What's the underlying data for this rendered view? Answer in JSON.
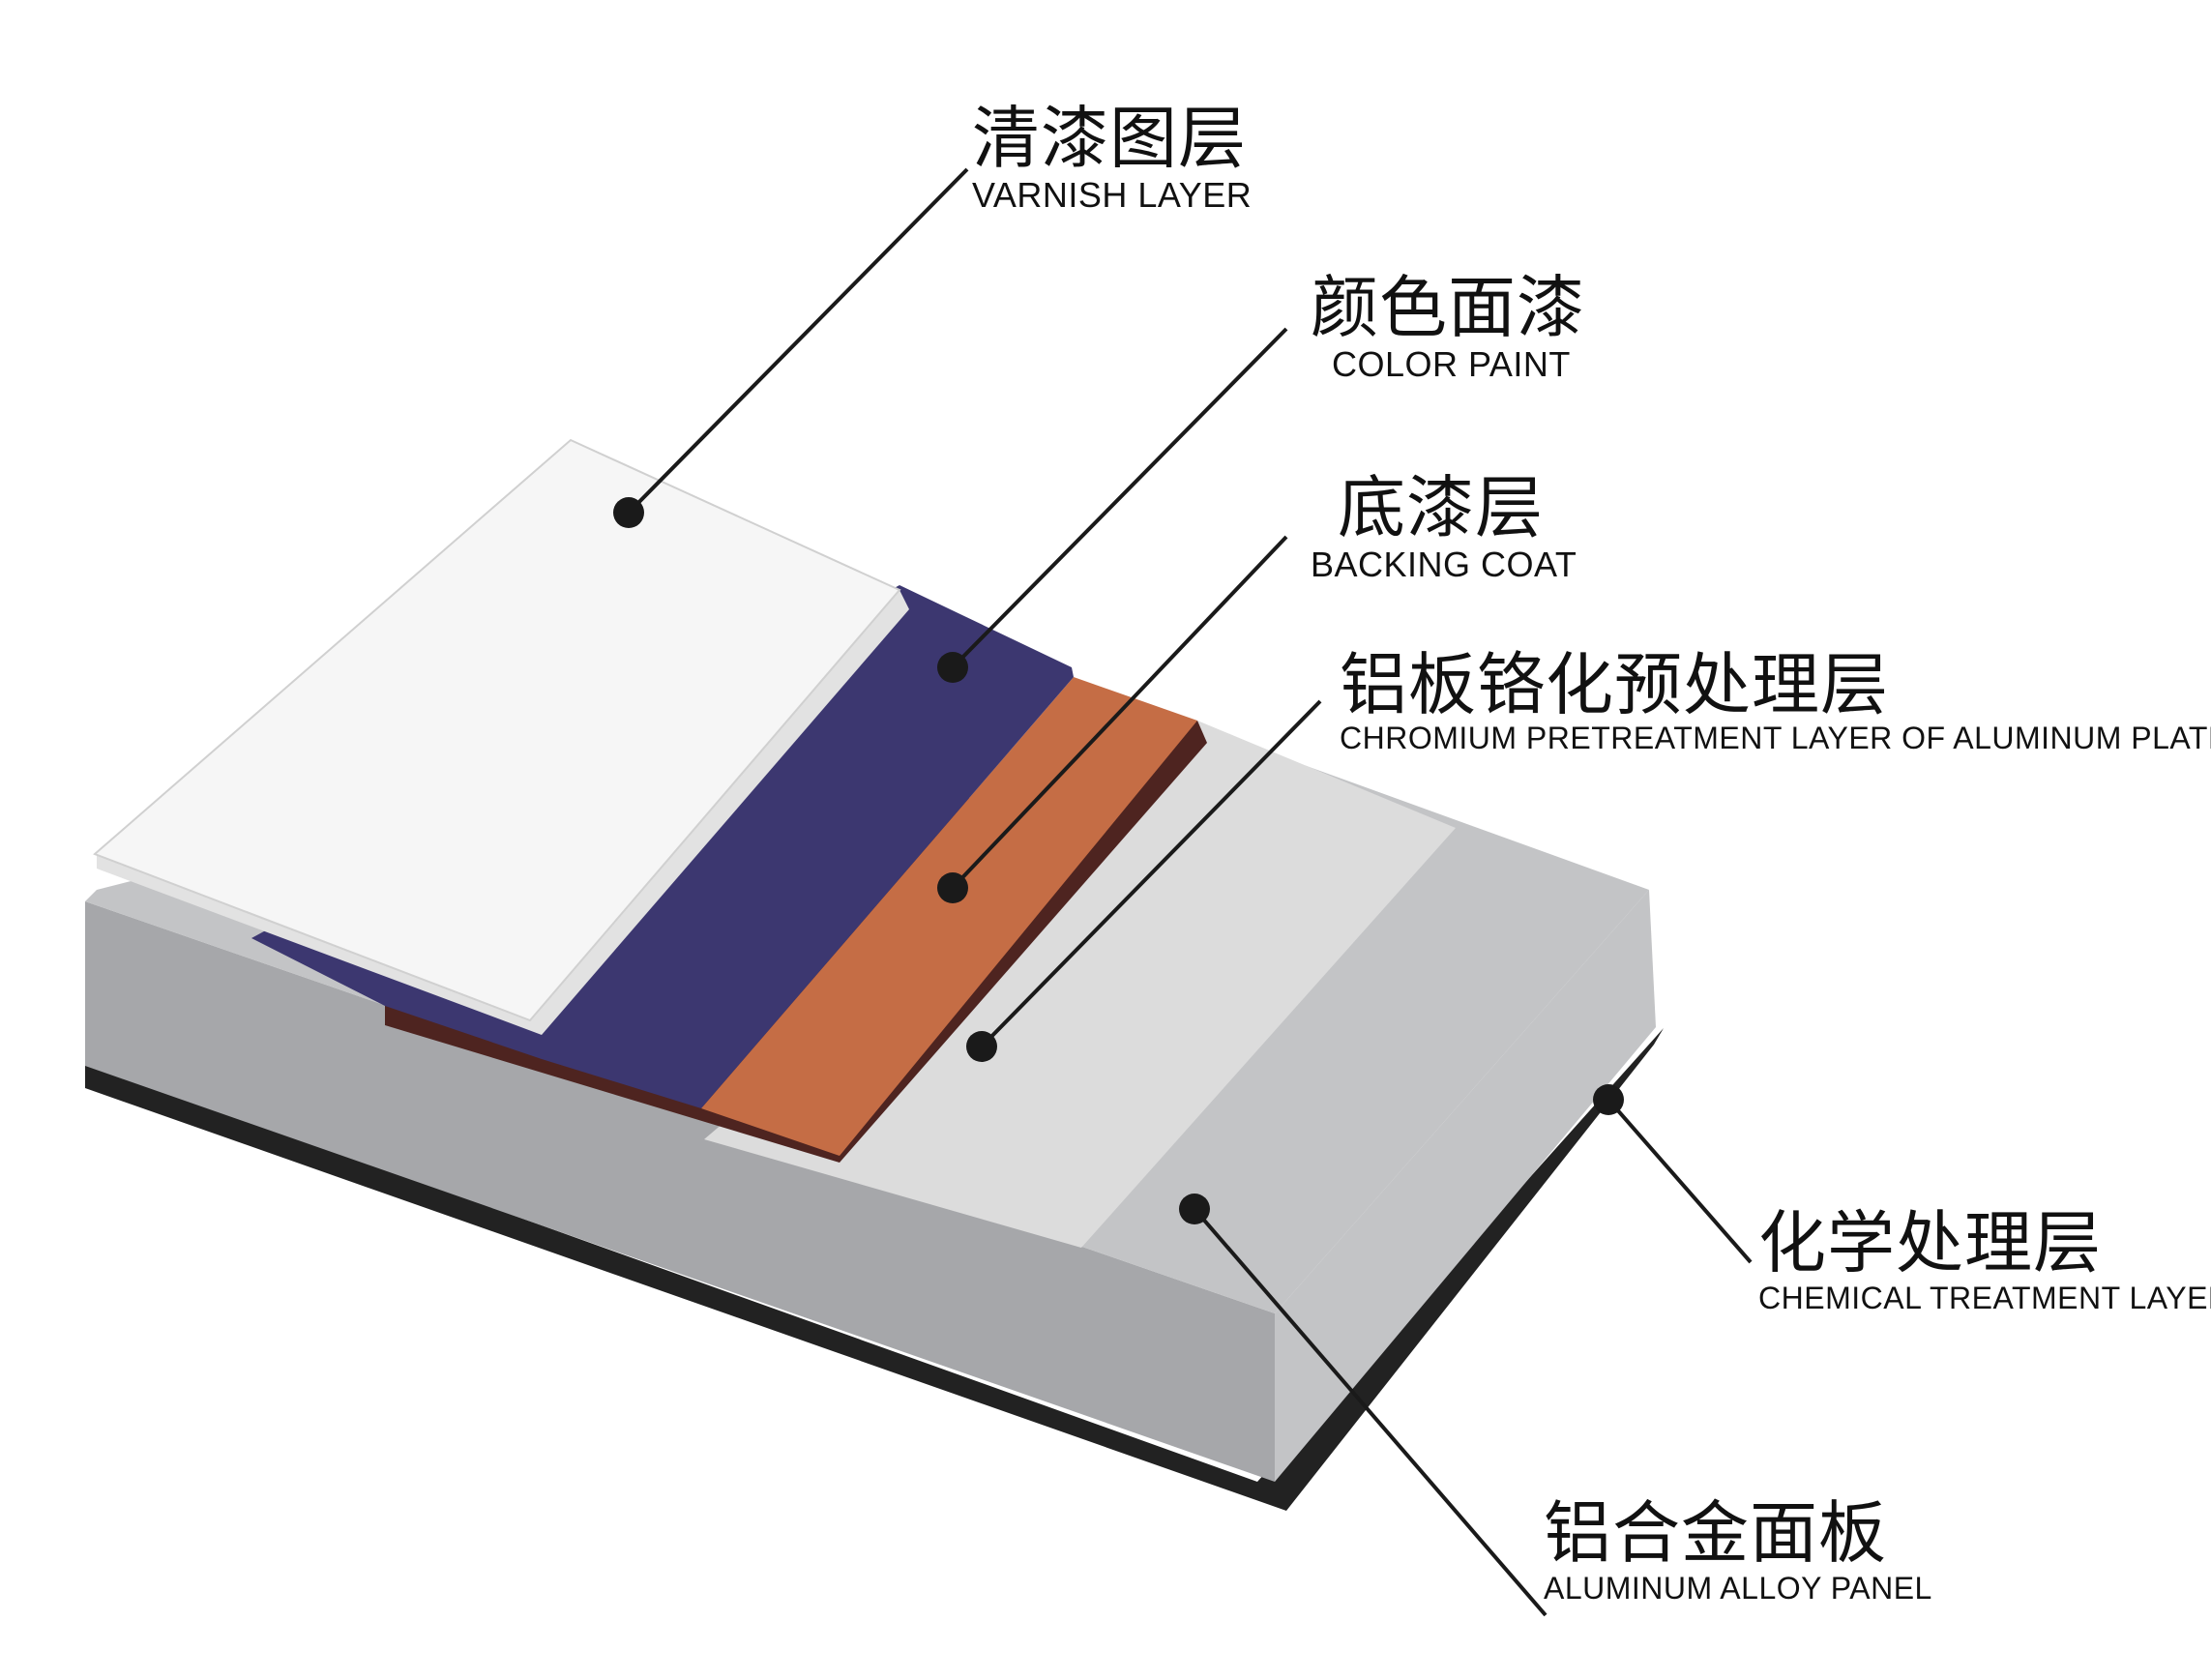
{
  "colors": {
    "varnish": "#f6f6f6",
    "color_paint": "#3c3770",
    "backing_coat": "#c56d45",
    "backing_edge": "#4e2420",
    "chromium": "#dcdcdc",
    "panel_top": "#c3c4c6",
    "panel_side": "#a6a7aa",
    "base": "#222222",
    "leader": "#1a1a1a"
  },
  "labels": [
    {
      "id": "varnish",
      "zh": "清漆图层",
      "en": "VARNISH LAYER"
    },
    {
      "id": "color_paint",
      "zh": "颜色面漆",
      "en": "COLOR PAINT"
    },
    {
      "id": "backing_coat",
      "zh": "底漆层",
      "en": "BACKING COAT"
    },
    {
      "id": "chromium",
      "zh": "铝板铬化预处理层",
      "en": "CHROMIUM PRETREATMENT LAYER OF ALUMINUM PLATE"
    },
    {
      "id": "chemical",
      "zh": "化学处理层",
      "en": "CHEMICAL TREATMENT LAYER"
    },
    {
      "id": "panel",
      "zh": "铝合金面板",
      "en": "ALUMINUM ALLOY PANEL"
    }
  ]
}
